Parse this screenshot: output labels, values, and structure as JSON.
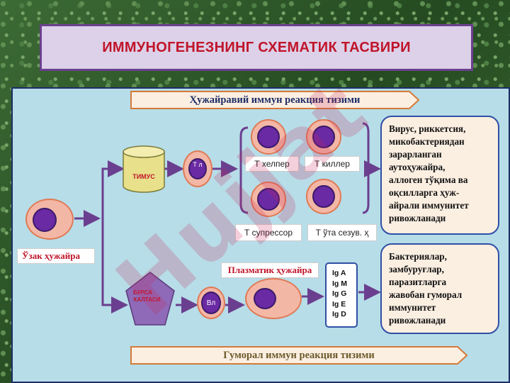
{
  "title": "ИММУНОГЕНЕЗНИНГ СХЕМАТИК ТАСВИРИ",
  "cellular_ribbon": "Ҳужайравий иммун реакция тизими",
  "humoral_ribbon": "Гуморал иммун реакция тизими",
  "stem_cell_label": "Ўзак ҳужайра",
  "thymus_label": "ТИМУС",
  "bursa_label": "БУРСА ХАЛТАСИ",
  "t_cell_label": "Т л",
  "b_cell_label": "Вл",
  "t_types": {
    "helper": "Т хелпер",
    "killer": "Т киллер",
    "suppressor": "Т супрессор",
    "memory": "Т ўта сезув. ҳ"
  },
  "plasma_label": "Плазматик ҳужайра",
  "immunoglobulins": [
    "Ig A",
    "Ig M",
    "Ig G",
    "Ig E",
    "Ig D"
  ],
  "cellular_info": [
    "Вирус, риккетсия,",
    "микобактериядан",
    "зарарланган",
    "аутоҳужайра,",
    "аллоген тўқима ва",
    "оқсилларга ҳуж-",
    "айрали иммунитет",
    "ривожланади"
  ],
  "humoral_info": [
    "Бактериялар,",
    "замбуруғлар,",
    "паразитларга",
    "жавобан гуморал",
    "иммунитет",
    "ривожланади"
  ],
  "watermark": "Hujjat",
  "colors": {
    "title_text": "#c0142a",
    "panel_bg": "#b7dde8",
    "cell_outer": "#f3b7a6",
    "cell_inner": "#6a2aa3",
    "arrow": "#6b3f8f",
    "thymus": "#e8e08a",
    "bursa": "#8e6ab8"
  }
}
